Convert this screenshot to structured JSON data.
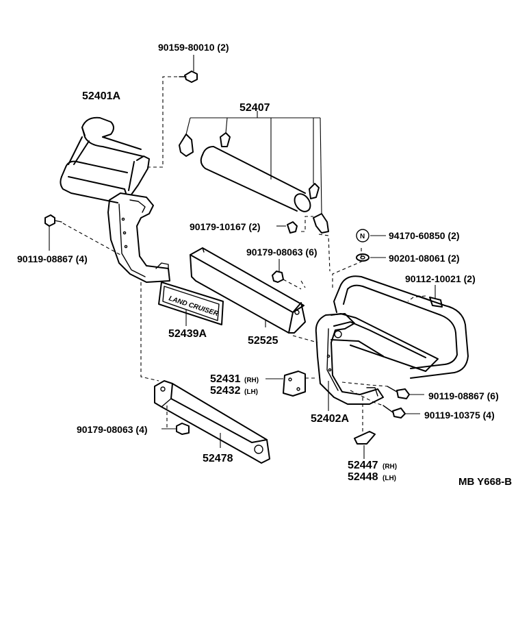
{
  "parts": {
    "bolt_top": "90159-80010 (2)",
    "left_guard": "52401A",
    "pipe": "52407",
    "bolt_mid_left": "90179-10167 (2)",
    "bolt_left_side": "90119-08867 (4)",
    "nut_mid": "90179-08063 (6)",
    "emblem": "52439A",
    "emblem_text": "LAND CRUISER",
    "center_bar": "52525",
    "nut_n": "94170-60850 (2)",
    "nut_n_symbol": "N",
    "washer": "90201-08061 (2)",
    "bolt_right_top": "90112-10021 (2)",
    "bracket_rh": "52431",
    "bracket_rh_side": "(RH)",
    "bracket_lh": "52432",
    "bracket_lh_side": "(LH)",
    "right_guard": "52402A",
    "bolt_right_1": "90119-08867 (6)",
    "bolt_right_2": "90119-10375 (4)",
    "nut_bottom": "90179-08063 (4)",
    "lower_bar": "52478",
    "cover_rh": "52447",
    "cover_rh_side": "(RH)",
    "cover_lh": "52448",
    "cover_lh_side": "(LH)"
  },
  "diagram_code": "MB  Y668-B"
}
